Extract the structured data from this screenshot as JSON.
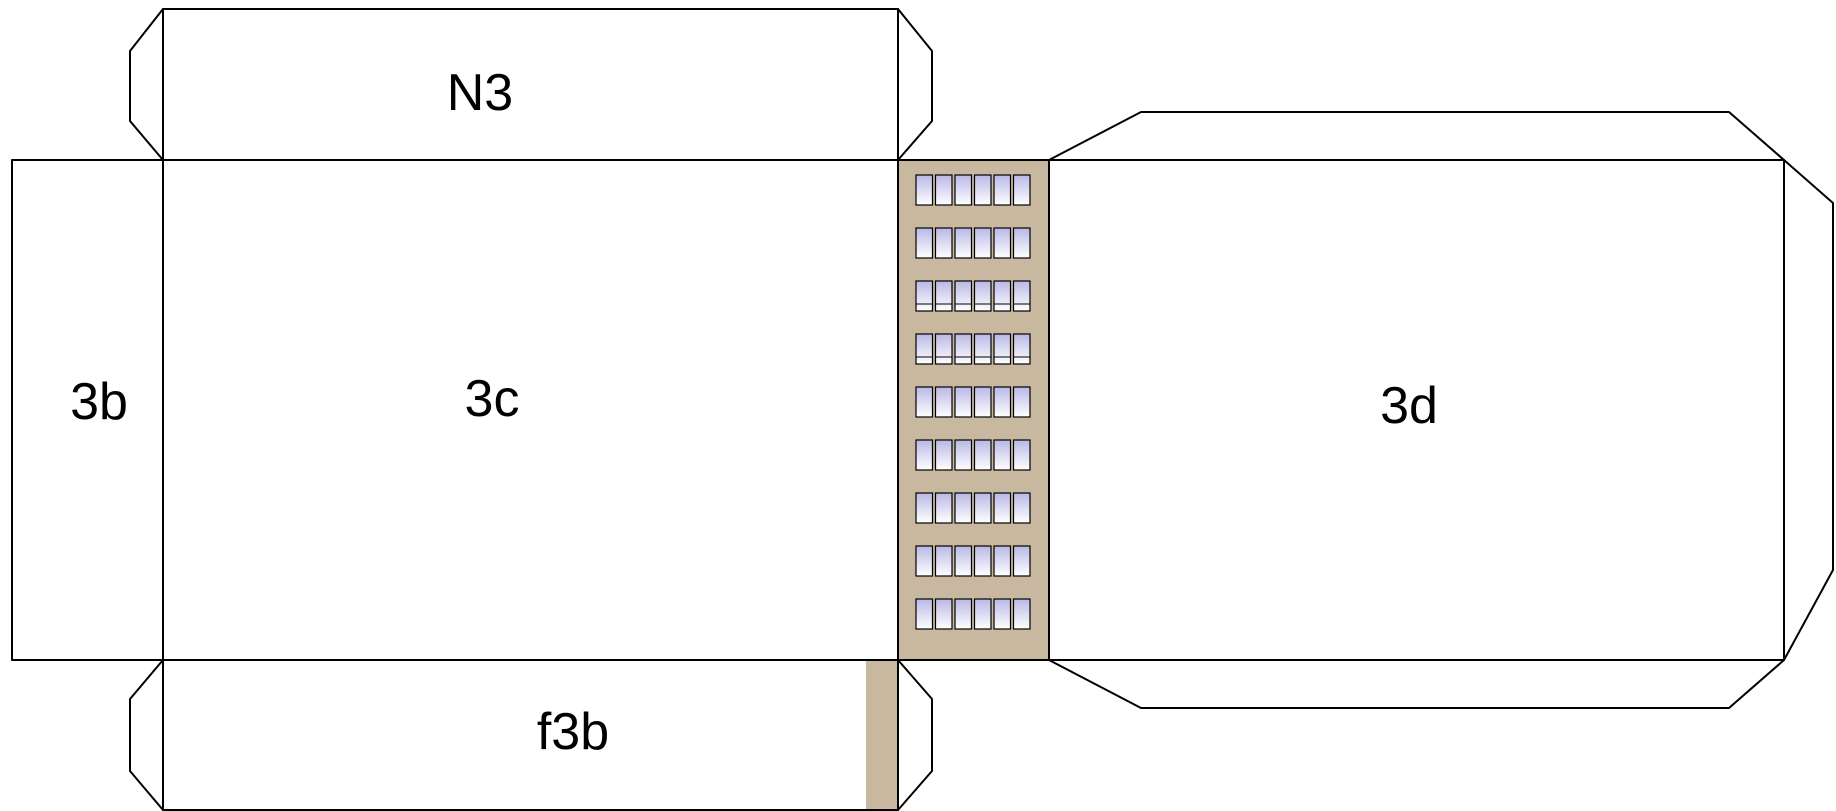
{
  "labels": {
    "top_flap": "N3",
    "left_panel": "3b",
    "center_panel": "3c",
    "right_panel": "3d",
    "bottom_flap": "f3b"
  },
  "building": {
    "window_rows": 9,
    "windows_per_row": 6
  },
  "colors": {
    "facade": "#c9b8a0",
    "window_top": "#b9b8e6",
    "window_bottom": "#ffffff",
    "outline": "#000000",
    "paper": "#ffffff"
  }
}
